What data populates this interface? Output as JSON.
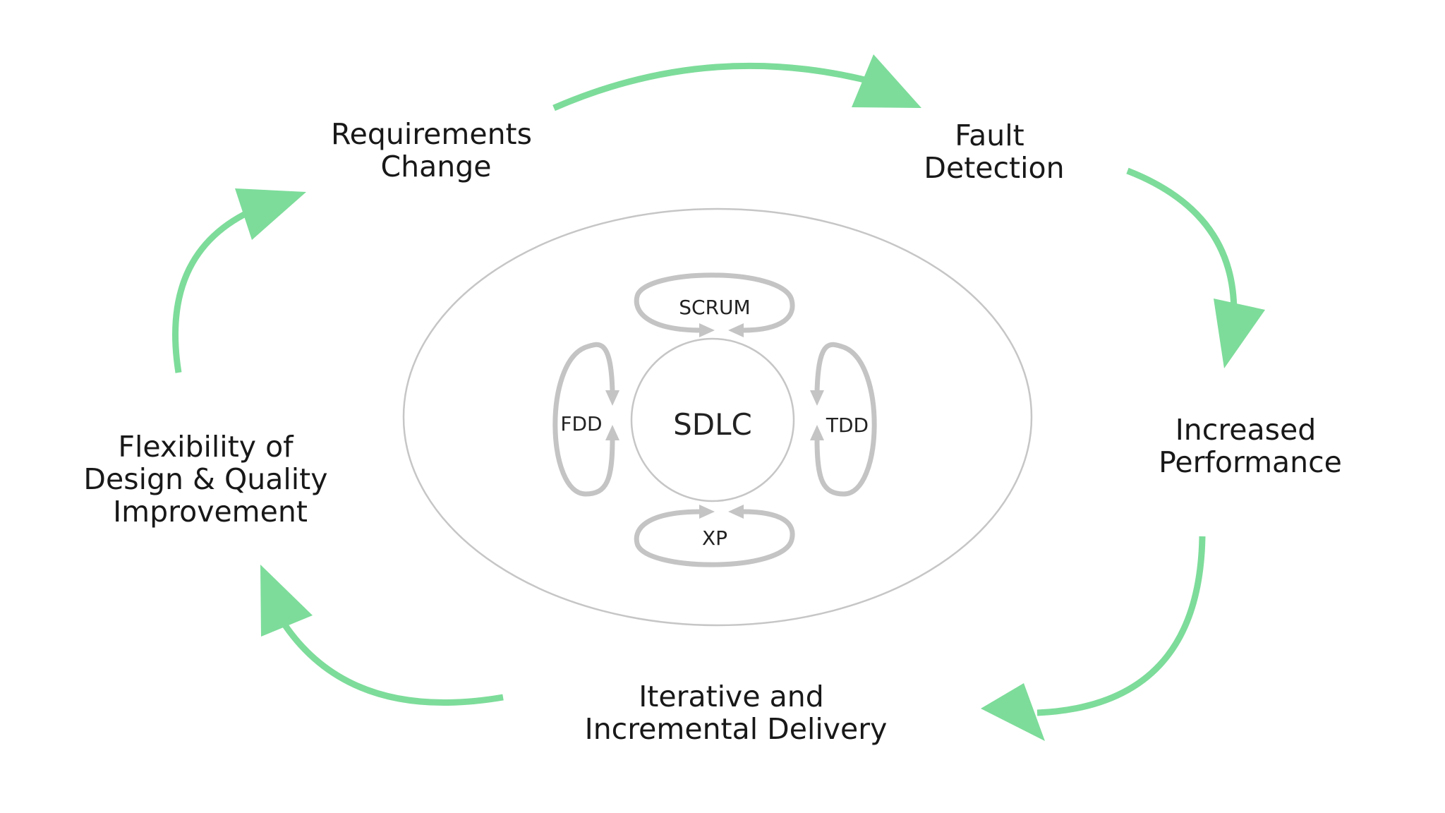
{
  "outer_stages": {
    "requirements_change": [
      "Requirements",
      "Change"
    ],
    "fault_detection": [
      "Fault",
      "Detection"
    ],
    "increased_performance": [
      "Increased",
      "Performance"
    ],
    "iterative_delivery": [
      "Iterative and",
      "Incremental Delivery"
    ],
    "flexibility": [
      "Flexibility of",
      "Design & Quality",
      "Improvement"
    ]
  },
  "core": {
    "label": "SDLC"
  },
  "methods": {
    "scrum": "SCRUM",
    "fdd": "FDD",
    "tdd": "TDD",
    "xp": "XP"
  },
  "colors": {
    "cycle_arrow": "#7ddc9a",
    "ring_line": "#c6c6c6",
    "method_arrow": "#c4c4c4",
    "text": "#181818"
  }
}
